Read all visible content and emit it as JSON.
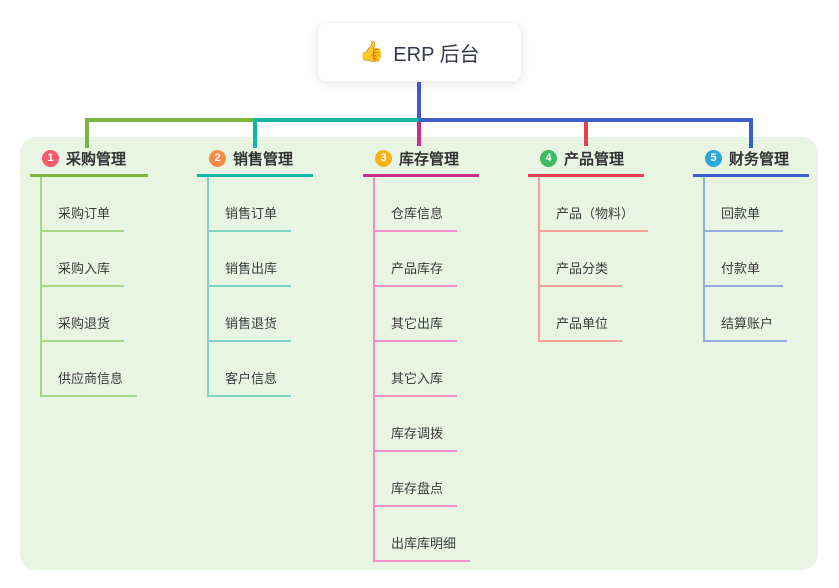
{
  "root": {
    "emoji": "👍",
    "label": "ERP 后台"
  },
  "colors": {
    "panel": "#e9f5e3",
    "trunk": "#4456d0"
  },
  "branches": [
    {
      "num": "1",
      "label": "采购管理",
      "badge_color": "#f8596e",
      "line_color": "#7cb53e",
      "child_line_color": "#a9d687",
      "children": [
        "采购订单",
        "采购入库",
        "采购退货",
        "供应商信息"
      ]
    },
    {
      "num": "2",
      "label": "销售管理",
      "badge_color": "#fb8c47",
      "line_color": "#12b5a5",
      "child_line_color": "#7fd4c8",
      "children": [
        "销售订单",
        "销售出库",
        "销售退货",
        "客户信息"
      ]
    },
    {
      "num": "3",
      "label": "库存管理",
      "badge_color": "#fbb116",
      "line_color": "#cb2e8d",
      "child_line_color": "#f191c4",
      "children": [
        "仓库信息",
        "产品库存",
        "其它出库",
        "其它入库",
        "库存调拨",
        "库存盘点",
        "出库库明细"
      ]
    },
    {
      "num": "4",
      "label": "产品管理",
      "badge_color": "#3dba62",
      "line_color": "#ea3f53",
      "child_line_color": "#f7a19c",
      "children": [
        "产品（物料）",
        "产品分类",
        "产品单位"
      ]
    },
    {
      "num": "5",
      "label": "财务管理",
      "badge_color": "#2ba7d9",
      "line_color": "#3d5ec9",
      "child_line_color": "#96aae2",
      "children": [
        "回款单",
        "付款单",
        "结算账户"
      ]
    }
  ]
}
